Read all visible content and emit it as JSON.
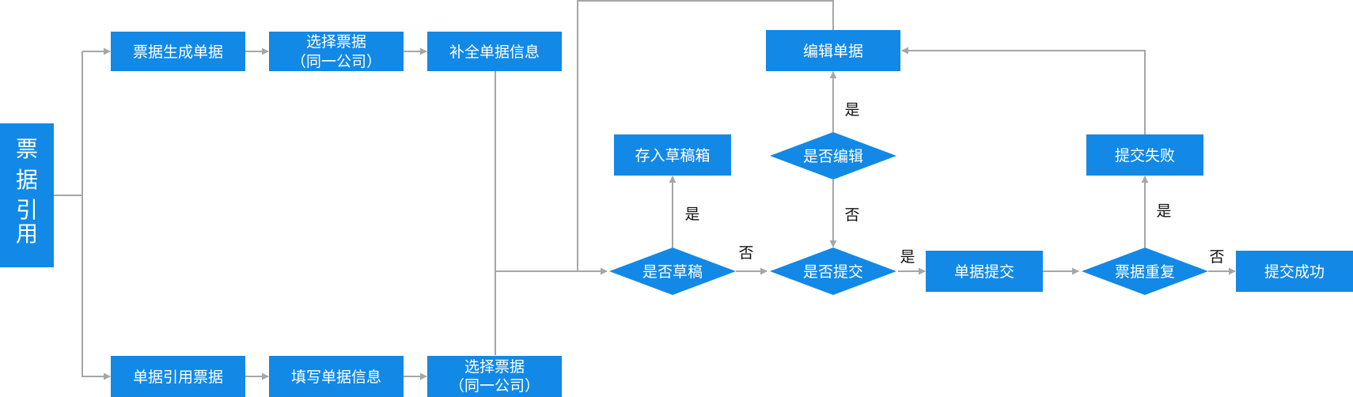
{
  "colors": {
    "node_fill": "#1289e6",
    "edge": "#a6a6a6",
    "label": "#111111"
  },
  "side_title": [
    "票",
    "据",
    "引",
    "用"
  ],
  "nodes": {
    "ticket_gen": "票据生成单据",
    "select_a_l1": "选择票据",
    "select_a_l2": "（同一公司）",
    "complete_info": "补全单据信息",
    "doc_ref": "单据引用票据",
    "fill_info": "填写单据信息",
    "select_b_l1": "选择票据",
    "select_b_l2": "（同一公司）",
    "edit_doc": "编辑单据",
    "save_draft": "存入草稿箱",
    "is_edit": "是否编辑",
    "submit_fail": "提交失败",
    "is_draft": "是否草稿",
    "is_submit": "是否提交",
    "doc_submit": "单据提交",
    "ticket_dup": "票据重复",
    "submit_ok": "提交成功"
  },
  "edge_labels": {
    "draft_yes": "是",
    "draft_no": "否",
    "edit_yes": "是",
    "edit_no": "否",
    "submit_yes": "是",
    "dup_yes": "是",
    "dup_no": "否"
  }
}
